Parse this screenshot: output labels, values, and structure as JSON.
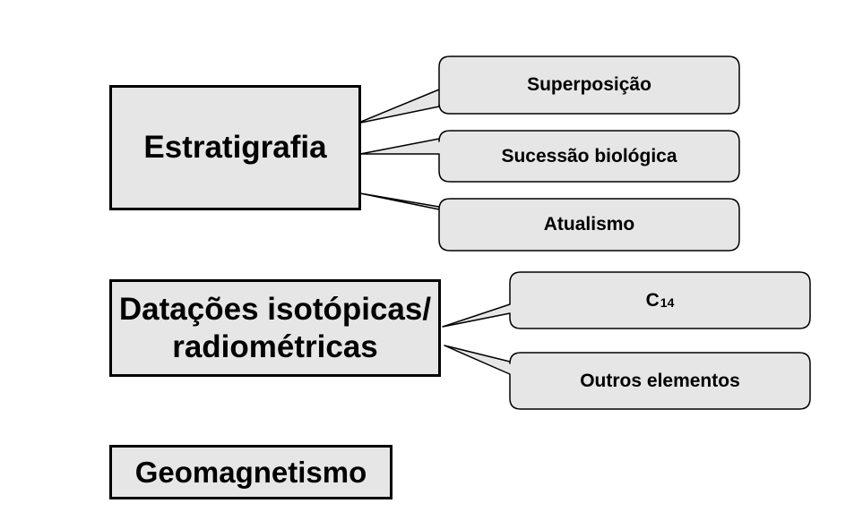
{
  "main_topics": [
    {
      "label": "Estratigrafia"
    },
    {
      "label_line1": "Datações isotópicas/",
      "label_line2": "radiométricas"
    },
    {
      "label": "Geomagnetismo"
    }
  ],
  "callouts": {
    "estratigrafia": [
      {
        "label": "Superposição"
      },
      {
        "label": "Sucessão biológica"
      },
      {
        "label": "Atualismo"
      }
    ],
    "datacoes": [
      {
        "label": "C",
        "subscript": "14"
      },
      {
        "label": "Outros elementos"
      }
    ]
  },
  "colors": {
    "box_fill": "#e6e6e6",
    "callout_fill": "#e6e6e6",
    "stroke": "#000000"
  }
}
